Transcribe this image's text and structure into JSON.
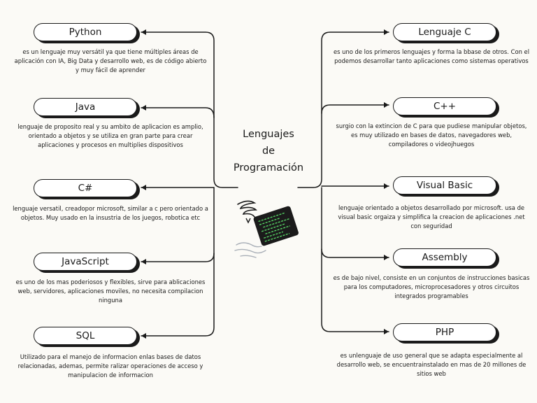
{
  "center": {
    "line1": "Lenguajes",
    "line2": "de",
    "line3": "Programación"
  },
  "left": [
    {
      "name": "Python",
      "desc": "es un lenguaje muy versátil ya que tiene múltiples áreas de aplicación con IA, Big Data y desarrollo web, es de código abierto y muy fácil de aprender"
    },
    {
      "name": "Java",
      "desc": "lenguaje de proposito real y su ambito de aplicacion es amplio, orientado a objetos y se utiliza en gran parte para crear aplicaciones y procesos en multiplies dispositivos"
    },
    {
      "name": "C#",
      "desc": "lenguaje versatil, creadopor microsoft, similar a c pero orientado a objetos. Muy usado en la insustria de los juegos, robotica etc"
    },
    {
      "name": "JavaScript",
      "desc": "es uno de los mas poderiosos y flexibles, sirve para ablicaciones web, servidores, aplicaciones moviles, no necesita compilacion ninguna"
    },
    {
      "name": "SQL",
      "desc": "Utilizado para el manejo de informacion enlas bases de datos relacionadas, ademas, permite ralizar operaciones de acceso y manipulacion de informacion"
    }
  ],
  "right": [
    {
      "name": "Lenguaje C",
      "desc": "es uno de los primeros lenguajes y forma la bbase de otros. Con el podemos desarrollar tanto aplicaciones como sistemas operativos"
    },
    {
      "name": "C++",
      "desc": "surgio con la extincion de C para que pudiese manipular objetos, es muy utilizado en bases de datos, navegadores web, compiladores o videojhuegos"
    },
    {
      "name": "Visual Basic",
      "desc": "lenguaje orientado a objetos desarrollado por microsoft. usa de visual basic orgaiza y simplifica la creacion de aplicaciones .net con seguridad"
    },
    {
      "name": "Assembly",
      "desc": "es de bajo nivel, consiste en un conjuntos de instrucciones basicas para los computadores, microprocesadores y otros circuitos integrados programables"
    },
    {
      "name": "PHP",
      "desc": "es unlenguaje de uso general que se adapta especialmente al desarrollo web, se encuentrainstalado en mas de 20 millones de sitios web"
    }
  ]
}
